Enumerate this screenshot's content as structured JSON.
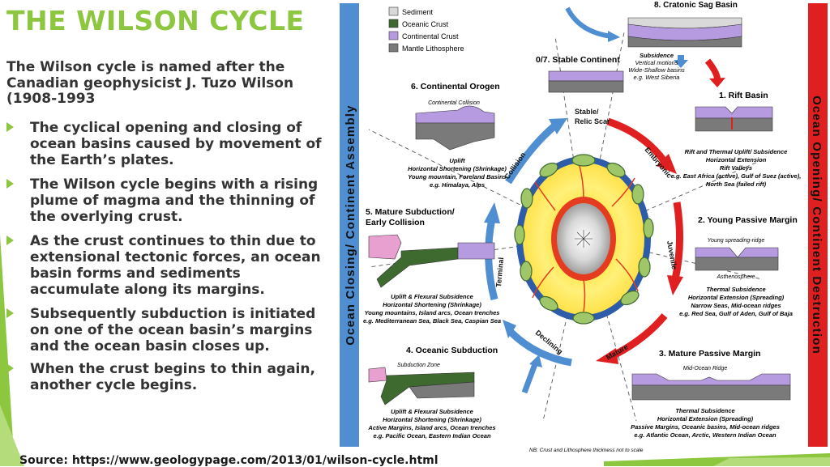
{
  "slide": {
    "title": "THE WILSON CYCLE",
    "intro": "The Wilson cycle is named after the Canadian geophysicist J. Tuzo Wilson (1908-1993",
    "bullets": [
      "The cyclical opening and closing of ocean basins caused by movement of the Earth’s plates.",
      " The Wilson cycle begins with a rising plume of magma and the thinning of the overlying crust.",
      "As the crust continues to thin due to extensional tectonic forces, an ocean basin forms and sediments accumulate along its margins.",
      "Subsequently subduction is initiated on one of the ocean basin’s margins and the ocean basin closes up.",
      "When the crust begins to thin again, another cycle begins."
    ],
    "source": "Source: https://www.geologypage.com/2013/01/wilson-cycle.html"
  },
  "diagram": {
    "legend": [
      {
        "label": "Sediment",
        "color": "#d9d9d9"
      },
      {
        "label": "Oceanic Crust",
        "color": "#3f6a2f"
      },
      {
        "label": "Continental Crust",
        "color": "#b79be0"
      },
      {
        "label": "Mantle Lithosphere",
        "color": "#7a7a7a"
      }
    ],
    "left_bar": "Ocean Closing/ Continent Assembly",
    "right_bar": "Ocean Opening/ Continent Destruction",
    "note": "NB: Crust and Lithosphere thickness not to scale",
    "phases": {
      "craton": {
        "title": "8. Cratonic Sag Basin"
      },
      "stable": {
        "title": "0/7. Stable Continent",
        "desc": [
          "Subsidence",
          "Vertical motions",
          "Wide-Shallow basins",
          "e.g. West Siberia"
        ]
      },
      "orogen": {
        "title": "6. Continental Orogen",
        "sub": "Continental Collision",
        "desc": [
          "Uplift",
          "Horizontal Shortening (Shrinkage)",
          "Young mountain, Foreland Basins",
          "e.g. Himalaya, Alps"
        ]
      },
      "rift": {
        "title": "1. Rift Basin",
        "desc": [
          "Rift and Thermal Uplift/ Subsidence",
          "Horizontal Extension",
          "Rift Valleys",
          "e.g. East Africa (active), Gulf of Suez (active),",
          "North Sea (failed rift)"
        ]
      },
      "mature_sub": {
        "title": [
          "5. Mature Subduction/",
          "Early Collision"
        ],
        "desc": [
          "Uplift & Flexural Subsidence",
          "Horizontal Shortening (Shrinkage)",
          "Young mountains, Island arcs, Ocean trenches",
          "e.g. Mediterranean Sea, Black Sea, Caspian Sea"
        ]
      },
      "young_passive": {
        "title": "2. Young Passive Margin",
        "sub": "Young spreading-ridge",
        "sub2": "Asthenosphere",
        "desc": [
          "Thermal Subsidence",
          "Horizontal Extension (Spreading)",
          "Narrow Seas, Mid-ocean ridges",
          "e.g. Red Sea, Gulf of Aden, Gulf of Baja"
        ]
      },
      "oceanic_sub": {
        "title": "4. Oceanic Subduction",
        "sub": "Subduction Zone",
        "desc": [
          "Uplift & Flexural Subsidence",
          "Horizontal Shortening (Shrinkage)",
          "Active Margins, Island arcs, Ocean trenches",
          "e.g. Pacific Ocean, Eastern Indian Ocean"
        ]
      },
      "mature_passive": {
        "title": "3. Mature Passive Margin",
        "sub": "Mid-Ocean Ridge",
        "desc": [
          "Thermal Subsidence",
          "Horizontal Extension (Spreading)",
          "Passive Margins, Oceanic basins, Mid-ocean ridges",
          "e.g. Atlantic Ocean, Arctic, Western Indian Ocean"
        ]
      }
    },
    "cycle_labels": {
      "stable_relic": [
        "Stable/",
        "Relic Scar"
      ],
      "embryonic": "Embryonic",
      "juvenile": "Juvenile",
      "mature": "Mature",
      "declining": "Declining",
      "terminal": "Terminal",
      "collision": "Collision"
    }
  }
}
